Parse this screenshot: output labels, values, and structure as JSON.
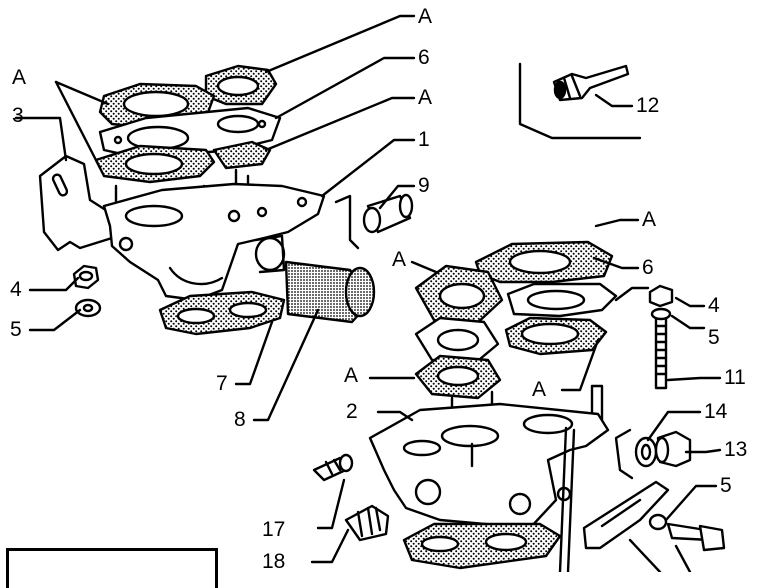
{
  "diagram": {
    "callouts": {
      "a1": "A",
      "a2": "A",
      "a3": "A",
      "a4": "A",
      "a5": "A",
      "a6": "A",
      "a7": "A",
      "n6_top": "6",
      "n1": "1",
      "n3": "3",
      "n4_left": "4",
      "n5_left": "5",
      "n7": "7",
      "n8": "8",
      "n9": "9",
      "n12": "12",
      "n6_right": "6",
      "n2": "2",
      "n4_right": "4",
      "n5_right": "5",
      "n11": "11",
      "n14": "14",
      "n13": "13",
      "n5_low": "5",
      "n17": "17",
      "n18": "18"
    },
    "colors": {
      "ink": "#000000",
      "paper": "#ffffff",
      "shade": "#9a9a9a"
    }
  }
}
